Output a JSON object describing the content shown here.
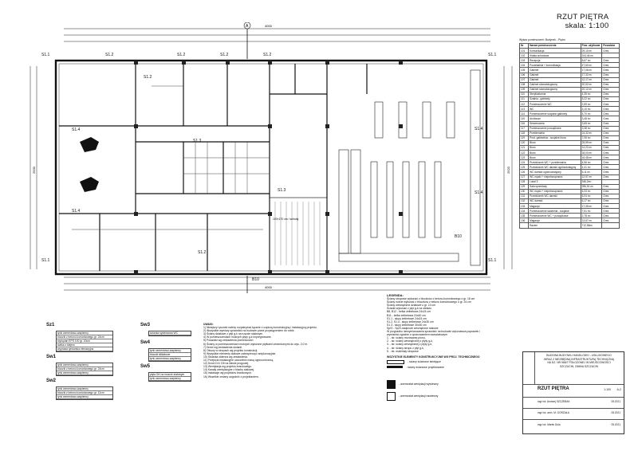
{
  "header": {
    "title": "RZUT PIĘTRA",
    "scale": "skala: 1:100"
  },
  "table": {
    "above": "Wykaz pomieszczeń: Budynek - Piętro",
    "headers": [
      "Nr",
      "Nazwa pomieszczenia",
      "Pow. użytkowa",
      "Posadzka"
    ],
    "rows": [
      [
        "101",
        "Komunikacja",
        "29,10 m²",
        "Gres"
      ],
      [
        "102",
        "Klatka schodowa",
        "104,46 m²",
        ""
      ],
      [
        "103",
        "Recepcja",
        "8,67 m²",
        "Gres"
      ],
      [
        "104",
        "Poczekalnia + komunikacja",
        "47,60 m²",
        "Gres"
      ],
      [
        "105",
        "Gabinet",
        "17,06 m²",
        "Gres"
      ],
      [
        "106",
        "Gabinet",
        "17,32 m²",
        "Gres"
      ],
      [
        "107",
        "Gabinet",
        "12,17 m²",
        "Gres"
      ],
      [
        "108",
        "Gabinet stomatologiczny",
        "20,52 m²",
        "Gres"
      ],
      [
        "109",
        "Gabinet stomatologiczny",
        "20,12 m²",
        "Gres"
      ],
      [
        "110",
        "Sterylizatornia",
        "4,35 m²",
        "Gres"
      ],
      [
        "111",
        "Szatnia - gabinety",
        "5,22 m²",
        "Gres"
      ],
      [
        "112",
        "Pomieszczenie WC",
        "2,59 m²",
        "Gres"
      ],
      [
        "113",
        "WC",
        "3,10 m²",
        "Gres"
      ],
      [
        "114",
        "Pomieszczenie socjalne gabinety",
        "5,70 m²",
        "Gres"
      ],
      [
        "115",
        "Archiwum",
        "3,48 m²",
        "Gres"
      ],
      [
        "116",
        "Serwerownia",
        "3,65 m²",
        "Gres"
      ],
      [
        "117",
        "Pomieszczenie porządkowe",
        "3,38 m²",
        "Gres"
      ],
      [
        "118",
        "Przebieralnia",
        "24,32 m²",
        "Gres"
      ],
      [
        "119",
        "Prod. gabinetów - socjalne biura",
        "7,06 m²",
        "Gres"
      ],
      [
        "120",
        "Biuro",
        "25,59 m²",
        "Gres"
      ],
      [
        "121",
        "Biuro",
        "14,22 m²",
        "Gres"
      ],
      [
        "122",
        "Biuro",
        "18,00 m²",
        "Gres"
      ],
      [
        "123",
        "Biuro",
        "16,48 m²",
        "Gres"
      ],
      [
        "124",
        "Przedsionek WC + przebieralnia",
        "4,56 m²",
        "Gres"
      ],
      [
        "125",
        "Przedsionek WC damski ogólnodostępny",
        "4,41 m²",
        "Gres"
      ],
      [
        "126",
        "WC damski ogólnodostępny",
        "6,11 m²",
        "Gres"
      ],
      [
        "127",
        "WC męski + niepełnosprawni",
        "12,57 m²",
        "Gres"
      ],
      [
        "128",
        "Lokal 3",
        "346,2m²",
        ""
      ],
      [
        "129",
        "Sala sprzedaży",
        "396,51 m²",
        "Gres"
      ],
      [
        "130",
        "WC męski + niepełnosprawni",
        "6,33 m²",
        "Gres"
      ],
      [
        "131",
        "Przedsionek WC damski",
        "6,04 m²",
        "Gres"
      ],
      [
        "132",
        "WC damski",
        "6,17 m²",
        "Gres"
      ],
      [
        "133",
        "Magazyn",
        "17,35 m²",
        "Gres"
      ],
      [
        "134",
        "Pomieszczenie sadzenia - socjalne",
        "7,51 m²",
        "Gres"
      ],
      [
        "135",
        "Pomieszczenie WC + porządkowe",
        "2,78 m²",
        "Gres"
      ],
      [
        "136",
        "Magazyn",
        "13,67 m²",
        "Gres"
      ],
      [
        "",
        "Razem",
        "712,56m²",
        ""
      ]
    ]
  },
  "plan": {
    "section_mark": "A",
    "dims_top_total": "4000",
    "dims_bottom_total": "4000",
    "dims_left": "2930",
    "dims_right": "2520",
    "stair_label": "100×170 cm / schody",
    "labels": [
      "S1.1",
      "S1.2",
      "S1.2",
      "S1.2",
      "S1.2",
      "S1.1",
      "S1.2",
      "S1.3",
      "S1.4",
      "S1.4",
      "S1.4",
      "S1.1",
      "S1.2",
      "S1.3",
      "S1.1",
      "B10",
      "B10",
      "S1.4"
    ]
  },
  "legend": {
    "title": "LEGENDA:",
    "lines": [
      "Ściany stropowe wykonać z bloczków z betonu komórkowego o gr. 18 cm",
      "Ściany nośne wykonać z bloczków z betonu komórkowego o gr. 24 cm",
      "Ściany wewnętrzne działowe o gr. 10 cm",
      "Ścianki wykonać z płyt g-k na stelażu",
      "B8, B12 - belka żelbetowa 24x24 cm",
      "B11 - belka żelbetowa 24x40 cm",
      "S1.1 - słupy żelbetowe 24x24 cm",
      "S1.2, S1.4 - słupy żelbetowe 24x30 cm",
      "S1.3 - słupy żelbetowe 30x30 cm",
      "Sp/S - Sp/S-nadproże wewnętrzne stalowe",
      "W przypadku niewymiarowania sprawdzić na budowie wykonawca poprawek i",
      "wymiarów zgodnie z opracowaniem warsztatowym",
      "1. - str. ściany murowanej pionu,",
      "2. - str. ściany wewnętrznej z płyty g-k,",
      "3. - str. ściany zewnętrznej z płyty g-k,",
      "4. - str. ściany stropu z płyt g-k,",
      "5. - str. materiały stropowe"
    ],
    "elements_title": "WSZYSTKIE ELEMENTY KONSTRUKCYJNE WG PROJ. TECHNICZNEGO",
    "elements": [
      "- ściany ścianowe istniejące",
      "- ściany ścianowe projektowane"
    ],
    "extra": [
      "- anemostat wentylacji wywiewny",
      "- anemostat wentylacji nawiewny"
    ]
  },
  "notes": {
    "title": "UWAGI:",
    "lines": [
      "1) Niniejszy rysunek należy rozpatrywać łącznie z częścią konstrukcyjną i instalacyjną projektu.",
      "2) Wszystkie wymiary sprawdzić na budowie przed przystąpieniem do robót.",
      "3) Ściany działowe z płyt g-k na ruszcie stalowym.",
      "4) W pomieszczeniach mokrych płyty g-k impregnowane.",
      "5) Posadzki wg zestawienia pomieszczeń.",
      "6) Ściany w pomieszczeniach mokrych wyłożone płytkami ceramicznymi do wys. 2,0 m.",
      "7) Drzwi wg zestawienia stolarki.",
      "8) Otwory w stropach wg projektu konstrukcji.",
      "9) Wszystkie elementy stalowe zabezpieczyć antykorozyjnie.",
      "10) Stolarka okienna wg zestawienia.",
      "11) Przejścia instalacyjne uszczelnić masą ognioochronną.",
      "12) Drzwi D4 i D5 na listwie progowej.",
      "13) Wentylacja wg projektu branżowego.",
      "14) Kanały wentylacyjne z blachy stalowej.",
      "15) Instalacje wg projektów branżowych.",
      "16) Wszelkie zmiany uzgodnić z projektantem."
    ]
  },
  "layers": {
    "sz1": {
      "title": "Sz1",
      "lines": [
        "tynk cementowo-wapienny",
        "bloczki z betonu komórkowego gr. 24cm",
        "styropian EPS 100 gr. 20cm",
        "siatka z klejem",
        "wyprawa tynkarska elewacyjna"
      ]
    },
    "sw1": {
      "title": "Sw1",
      "lines": [
        "tynk cementowo-wapienny",
        "bloczki z betonu komórkowego gr. 24cm",
        "tynk cementowo-wapienny"
      ]
    },
    "sw2": {
      "title": "Sw2",
      "lines": [
        "tynk cementowo-wapienny",
        "bloczki z betonu komórkowego gr. 12cm",
        "tynk cementowo-wapienny"
      ]
    },
    "sw3": {
      "title": "Sw3",
      "lines": [
        "ścianka systemowa WC"
      ]
    },
    "sw4": {
      "title": "Sw4",
      "lines": [
        "tynk cementowo-wapienny",
        "bloczki silikatowe",
        "tynk cementowo-wapienny"
      ]
    },
    "sw5": {
      "title": "Sw5",
      "lines": [
        "płyta GK na ruszcie stalowym",
        "tynk cementowo-wapienny"
      ]
    }
  },
  "titleblock": {
    "project_lines": [
      "BUDOWA BUDYNKU HANDLOWO - USŁUGOWEGO",
      "WRAZ Z NIEZBĘDNĄ INFRASTRUKTURĄ TECHNICZNĄ",
      "NA DZ. NR 968/7 POŁOŻONEJ W MIEJSCOWOŚCI",
      "SZCZUCIN, GMINA SZCZUCIN"
    ],
    "drawing": "RZUT PIĘTRA",
    "scale": "1:100",
    "sheet": "A-2",
    "people": [
      "mgr inż. Andrzej SZCZEBAK",
      "mgr inż. arch. M. GORZAŁA",
      "mgr inż. Marek Dula"
    ],
    "dates": [
      "05.2021",
      "05.2021",
      "05.2021"
    ]
  }
}
